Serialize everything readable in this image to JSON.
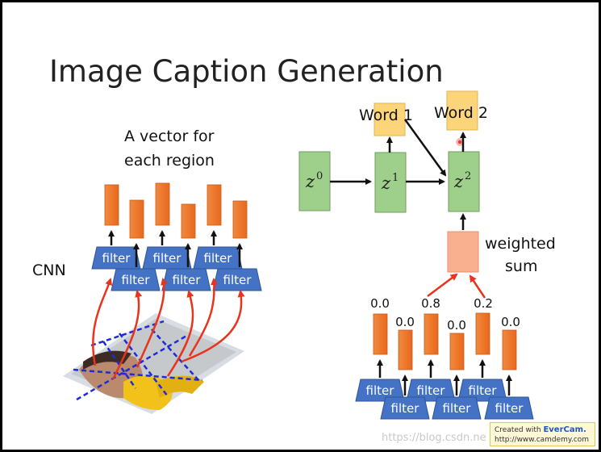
{
  "title": "Image Caption Generation",
  "region_caption": [
    "A vector for",
    "each region"
  ],
  "cnn_label": "CNN",
  "filter_label": "filter",
  "words": [
    "Word 1",
    "Word 2"
  ],
  "z_states": [
    {
      "base": "z",
      "sup": "0"
    },
    {
      "base": "z",
      "sup": "1"
    },
    {
      "base": "z",
      "sup": "2"
    }
  ],
  "weighted_sum": [
    "weighted",
    "sum"
  ],
  "attention_weights": [
    "0.0",
    "0.0",
    "0.8",
    "0.0",
    "0.2",
    "0.0"
  ],
  "watermark": "https://blog.csdn.ne",
  "evercam": {
    "line1_prefix": "Created with ",
    "line1_brand": "EverCam.",
    "line2": "http://www.camdemy.com"
  }
}
